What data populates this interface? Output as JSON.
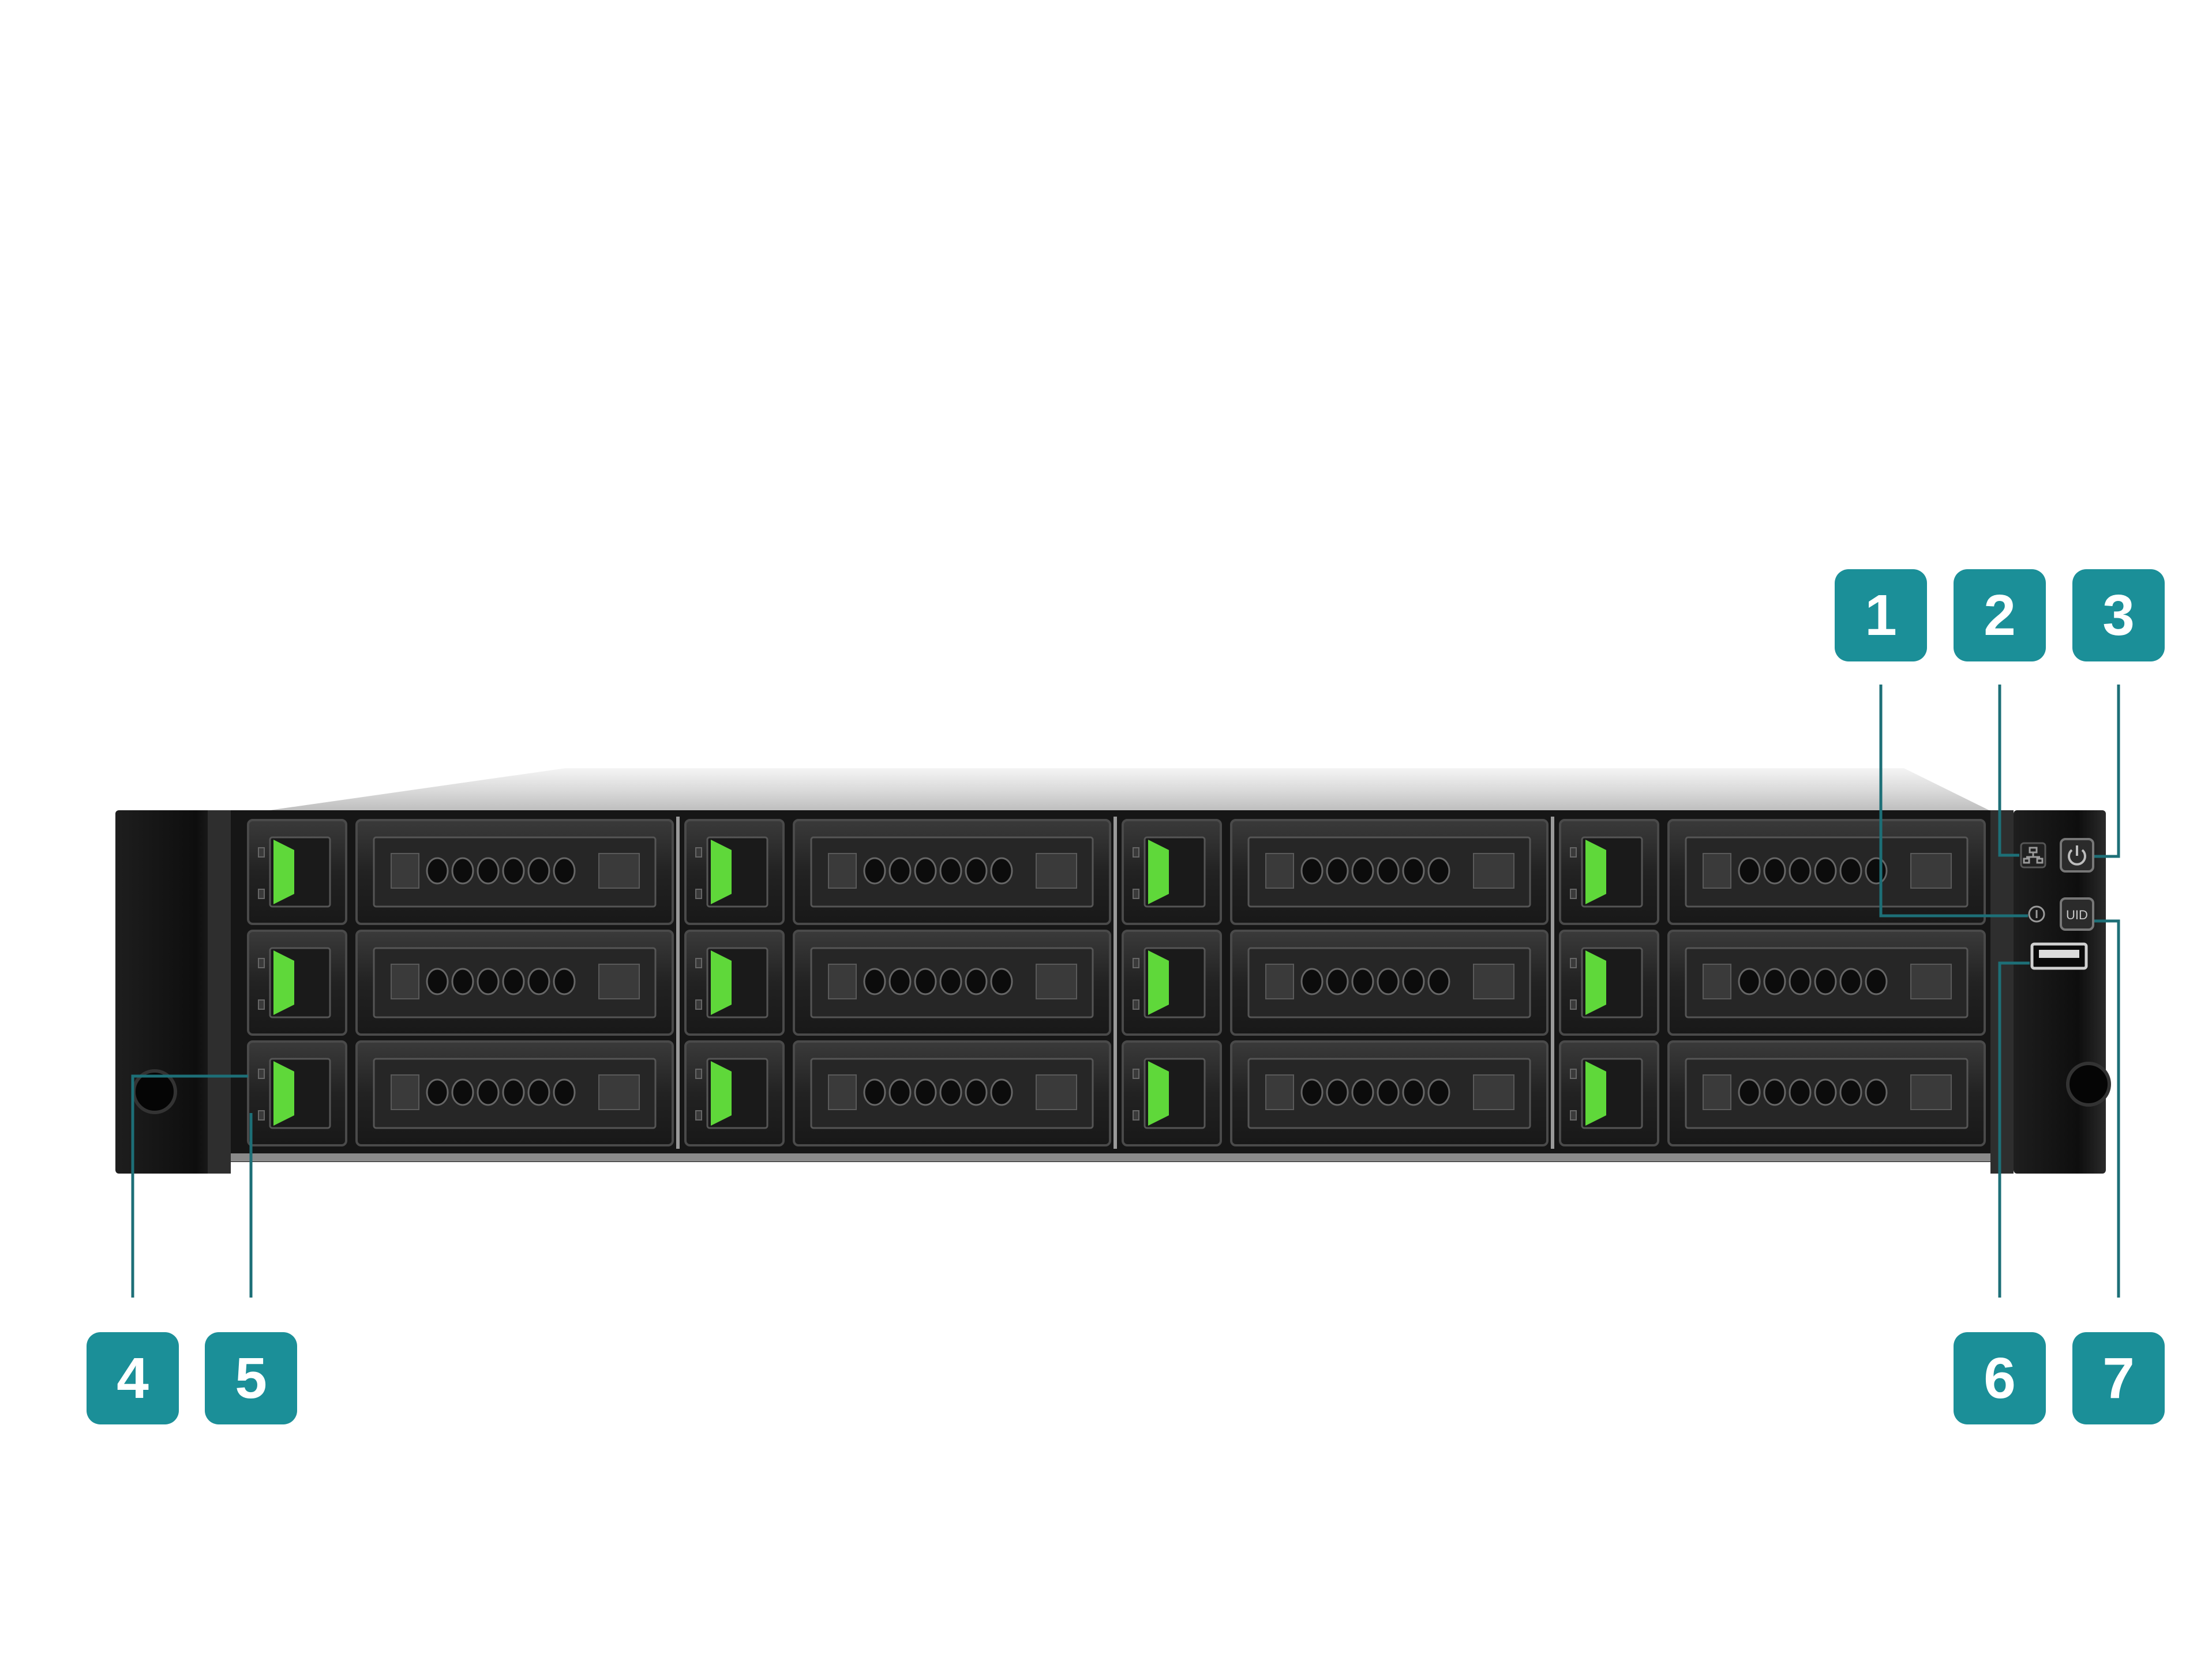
{
  "callouts": [
    {
      "num": "1",
      "target": "status-led"
    },
    {
      "num": "2",
      "target": "lan-led"
    },
    {
      "num": "3",
      "target": "power-button"
    },
    {
      "num": "4",
      "target": "drive-status-led"
    },
    {
      "num": "5",
      "target": "drive-activity-led"
    },
    {
      "num": "6",
      "target": "usb-port"
    },
    {
      "num": "7",
      "target": "uid-button"
    }
  ],
  "panel": {
    "uid_label": "UID"
  },
  "icons": {
    "status": "info-circle-icon",
    "lan": "network-icon",
    "power": "power-icon",
    "usb": "usb-port-icon"
  },
  "colors": {
    "callout_bg": "#1b8f98",
    "callout_text": "#ffffff",
    "drive_led": "#5fd83a",
    "chassis_dark": "#1a1a1a",
    "chassis_top": "#d8d8d8"
  },
  "drive_bays": {
    "rows": 3,
    "columns": 4
  }
}
